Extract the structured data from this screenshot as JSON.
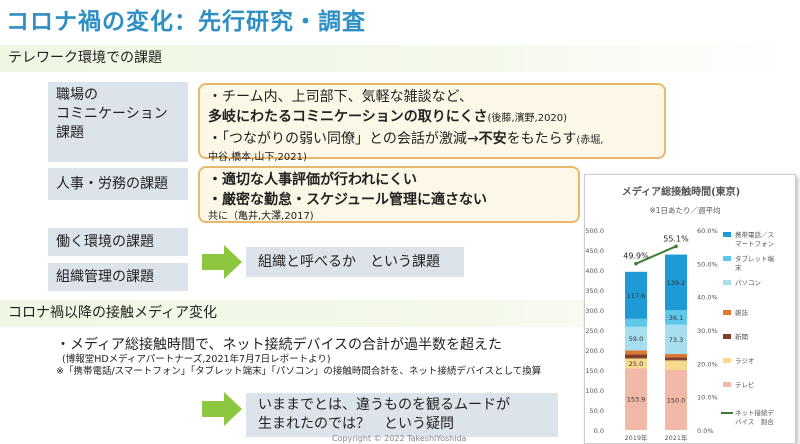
{
  "title": "コロナ禍の変化：先行研究・調査",
  "section1": {
    "heading": "テレワーク環境での課題",
    "issue1_label": [
      "職場の",
      "コミニケーション",
      "課題"
    ],
    "issue1_lines": {
      "l1": "・チーム内、上司部下、気軽な雑談など、",
      "l2_bold": "多岐にわたるコミニケーションの取りにくさ",
      "l2_cite": "(後藤,濱野,2020)",
      "l3_pre": "・「つながりの弱い同僚」との会話が激減→",
      "l3_bold": "不安",
      "l3_post": "をもたらす",
      "l3_cite": "(赤堀,",
      "l4_cite": "中谷,橋本,山下,2021)"
    },
    "issue2_label": "人事・労務の課題",
    "issue2_lines": {
      "l1": "・適切な人事評価が行われにくい",
      "l2": "・厳密な勤怠・スケジュール管理に適さない",
      "l3": "共に（亀井,大澤,2017)"
    },
    "issue3_label": "働く環境の課題",
    "issue4_label": "組織管理の課題",
    "conclusion": "組織と呼べるか　という課題"
  },
  "section2": {
    "heading": "コロナ禍以降の接触メディア変化",
    "main": "・メディア総接触時間で、ネット接続デバイスの合計が過半数を超えた",
    "source": "(博報堂HDメディアパートナーズ,2021年7月7日レポートより)",
    "note": "※「携帯電話/スマートフォン」「タブレット端末」「パソコン」の接触時間合計を、ネット接続デバイスとして換算",
    "conclusion_l1": "いままでとは、違うものを観るムードが",
    "conclusion_l2": "生まれたのでは？　という疑問"
  },
  "copyright": "Copyright © 2022 TakeshiYoshida",
  "chart_data": {
    "type": "bar",
    "title": "メディア総接触時間(東京)",
    "subtitle": "※1日あたり／週平均",
    "categories": [
      "2019年",
      "2021年"
    ],
    "ylim_left": [
      0,
      500
    ],
    "yticks_left": [
      "0.0",
      "50.0",
      "100.0",
      "150.0",
      "200.0",
      "250.0",
      "300.0",
      "350.0",
      "400.0",
      "450.0",
      "500.0"
    ],
    "ylim_right": [
      0,
      60
    ],
    "yticks_right": [
      "0.0%",
      "10.0%",
      "20.0%",
      "30.0%",
      "40.0%",
      "50.0%",
      "60.0%"
    ],
    "series": [
      {
        "name": "テレビ",
        "color": "#f2b9a8",
        "values": [
          153.9,
          150.0
        ]
      },
      {
        "name": "ラジオ",
        "color": "#f6d98f",
        "values": [
          25.0,
          24.0
        ]
      },
      {
        "name": "新聞",
        "color": "#7f3f2a",
        "values": [
          10.0,
          8.0
        ]
      },
      {
        "name": "雑誌",
        "color": "#e07930",
        "values": [
          10.0,
          8.0
        ]
      },
      {
        "name": "パソコン",
        "color": "#a8dff0",
        "values": [
          59.0,
          73.3
        ]
      },
      {
        "name": "タブレット端末",
        "color": "#5fc8ea",
        "values": [
          20.0,
          36.1
        ]
      },
      {
        "name": "携帯電話／スマートフォン",
        "color": "#1e9bd6",
        "values": [
          117.6,
          139.2
        ]
      }
    ],
    "visible_labels": {
      "2019年": {
        "テレビ": "153.9",
        "ラジオ": "25.0",
        "パソコン": "59.0",
        "携帯電話／スマートフォン": "117.6"
      },
      "2021年": {
        "テレビ": "150.0",
        "パソコン": "73.3",
        "タブレット端末": "36.1",
        "携帯電話／スマートフォン": "139.2"
      }
    },
    "line": {
      "name": "ネット接続デバイス　割合",
      "color": "#3f7f35",
      "values": [
        49.9,
        55.1
      ],
      "labels": [
        "49.9%",
        "55.1%"
      ]
    },
    "legend_labels": [
      "携帯電話／ス",
      "マートフォン",
      "タブレット端",
      "末",
      "パソコン",
      "雑誌",
      "新聞",
      "ラジオ",
      "テレビ",
      "ネット接続デ",
      "バイス　割合"
    ]
  }
}
